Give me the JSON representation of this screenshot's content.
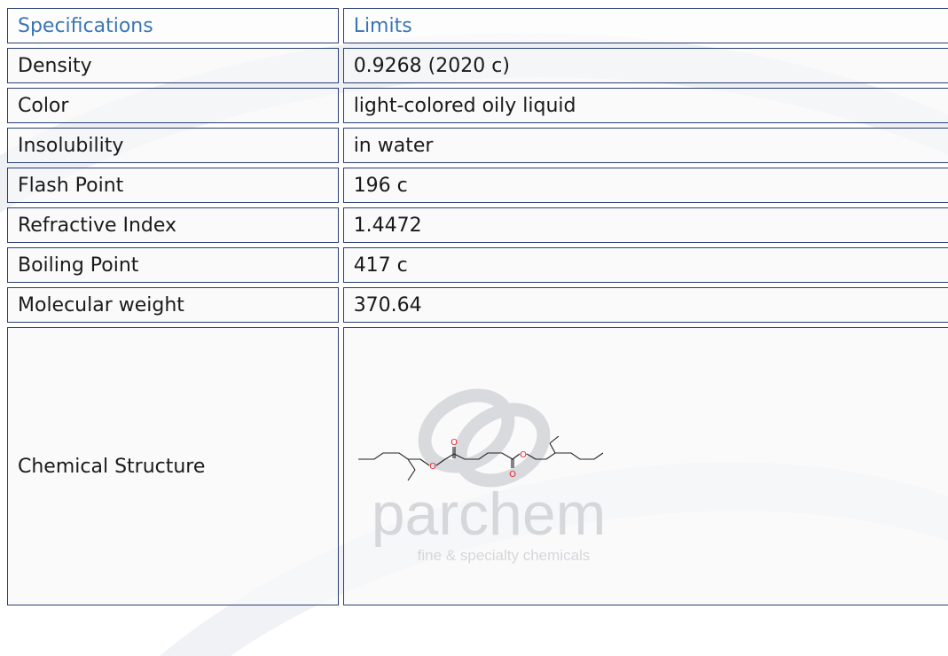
{
  "table": {
    "header": {
      "specifications": "Specifications",
      "limits": "Limits"
    },
    "rows": [
      {
        "spec": "Density",
        "limit": "0.9268 (2020 c)"
      },
      {
        "spec": "Color",
        "limit": "light-colored oily liquid"
      },
      {
        "spec": "Insolubility",
        "limit": "in water"
      },
      {
        "spec": "Flash Point",
        "limit": "196 c"
      },
      {
        "spec": "Refractive Index",
        "limit": "1.4472"
      },
      {
        "spec": "Boiling Point",
        "limit": "417 c"
      },
      {
        "spec": "Molecular weight",
        "limit": "370.64"
      }
    ],
    "structure_label": "Chemical Structure"
  },
  "watermark": {
    "brand": "parchem",
    "tagline": "fine & specialty chemicals"
  },
  "molecule_atoms": [
    "O",
    "O",
    "O",
    "O"
  ],
  "colors": {
    "border": "#2b3e75",
    "header_text": "#3a76b4",
    "oxygen": "#e8202a"
  }
}
